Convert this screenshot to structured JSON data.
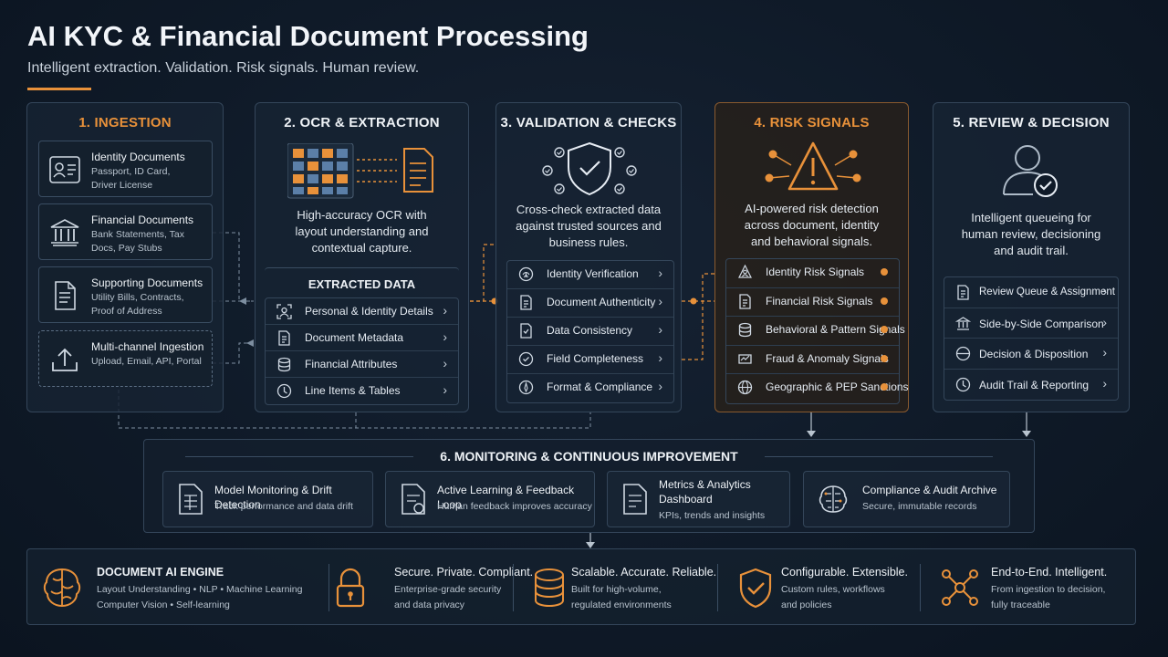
{
  "header": {
    "title": "AI KYC & Financial Document Processing",
    "subtitle": "Intelligent extraction. Validation. Risk signals. Human review."
  },
  "colors": {
    "accent": "#e8913a",
    "background": "#0f1a28",
    "panel_border": "#34465a",
    "text": "#e6ecf3"
  },
  "stages": {
    "ingestion": {
      "title": "1. INGESTION",
      "cards": [
        {
          "title": "Identity Documents",
          "sub1": "Passport, ID Card,",
          "sub2": "Driver License",
          "icon": "id-card-icon"
        },
        {
          "title": "Financial Documents",
          "sub1": "Bank Statements, Tax",
          "sub2": "Docs, Pay Stubs",
          "icon": "bank-icon"
        },
        {
          "title": "Supporting Documents",
          "sub1": "Utility Bills, Contracts,",
          "sub2": "Proof of Address",
          "icon": "document-icon"
        },
        {
          "title": "Multi-channel Ingestion",
          "sub1": "Upload, Email, API, Portal",
          "sub2": "",
          "icon": "upload-icon"
        }
      ]
    },
    "ocr": {
      "title": "2. OCR & EXTRACTION",
      "desc1": "High-accuracy OCR with",
      "desc2": "layout understanding and",
      "desc3": "contextual capture.",
      "list_header": "EXTRACTED DATA",
      "items": [
        {
          "label": "Personal & Identity Details",
          "icon": "user-scan-icon"
        },
        {
          "label": "Document Metadata",
          "icon": "metadata-icon"
        },
        {
          "label": "Financial Attributes",
          "icon": "coins-icon"
        },
        {
          "label": "Line Items & Tables",
          "icon": "table-icon"
        }
      ]
    },
    "validation": {
      "title": "3. VALIDATION & CHECKS",
      "desc1": "Cross-check extracted data",
      "desc2": "against trusted sources and",
      "desc3": "business rules.",
      "items": [
        {
          "label": "Identity Verification",
          "icon": "fingerprint-icon"
        },
        {
          "label": "Document Authenticity",
          "icon": "document-check-icon"
        },
        {
          "label": "Data Consistency",
          "icon": "consistency-icon"
        },
        {
          "label": "Field Completeness",
          "icon": "check-circle-icon"
        },
        {
          "label": "Format & Compliance",
          "icon": "compass-icon"
        }
      ]
    },
    "risk": {
      "title": "4. RISK SIGNALS",
      "desc1": "AI-powered risk detection",
      "desc2": "across document, identity",
      "desc3": "and behavioral signals.",
      "items": [
        {
          "label": "Identity Risk Signals",
          "icon": "identity-risk-icon"
        },
        {
          "label": "Financial Risk Signals",
          "icon": "financial-risk-icon"
        },
        {
          "label": "Behavioral & Pattern Signals",
          "icon": "pattern-icon"
        },
        {
          "label": "Fraud & Anomaly Signals",
          "icon": "fraud-icon"
        },
        {
          "label": "Geographic & PEP Sanctions",
          "icon": "globe-icon"
        }
      ]
    },
    "review": {
      "title": "5. REVIEW & DECISION",
      "desc1": "Intelligent queueing for",
      "desc2": "human review, decisioning",
      "desc3": "and audit trail.",
      "items": [
        {
          "label": "Review Queue & Assignment",
          "icon": "queue-icon"
        },
        {
          "label": "Side-by-Side Comparison",
          "icon": "compare-icon"
        },
        {
          "label": "Decision & Disposition",
          "icon": "decision-icon"
        },
        {
          "label": "Audit Trail & Reporting",
          "icon": "clock-icon"
        }
      ]
    }
  },
  "monitoring": {
    "title": "6. MONITORING & CONTINUOUS IMPROVEMENT",
    "cards": [
      {
        "title": "Model Monitoring & Drift Detection",
        "sub": "Track performance and data drift",
        "icon": "monitor-doc-icon"
      },
      {
        "title": "Active Learning & Feedback Loop",
        "sub": "Human feedback improves accuracy",
        "icon": "feedback-doc-icon"
      },
      {
        "title": "Metrics & Analytics",
        "title2": "Dashboard",
        "sub": "KPIs, trends and insights",
        "icon": "metrics-doc-icon"
      },
      {
        "title": "Compliance & Audit Archive",
        "sub": "Secure, immutable records",
        "icon": "brain-chip-icon"
      }
    ]
  },
  "engine": {
    "items": [
      {
        "title": "DOCUMENT AI ENGINE",
        "sub1": "Layout Understanding • NLP • Machine Learning",
        "sub2": "Computer Vision • Self-learning",
        "icon": "brain-icon"
      },
      {
        "title": "Secure. Private. Compliant.",
        "sub1": "Enterprise-grade security",
        "sub2": "and data privacy",
        "icon": "lock-icon"
      },
      {
        "title": "Scalable. Accurate. Reliable.",
        "sub1": "Built for high-volume,",
        "sub2": "regulated environments",
        "icon": "database-icon"
      },
      {
        "title": "Configurable. Extensible.",
        "sub1": "Custom rules, workflows",
        "sub2": "and policies",
        "icon": "shield-check-icon"
      },
      {
        "title": "End-to-End. Intelligent.",
        "sub1": "From ingestion to decision,",
        "sub2": "fully traceable",
        "icon": "network-icon"
      }
    ]
  }
}
